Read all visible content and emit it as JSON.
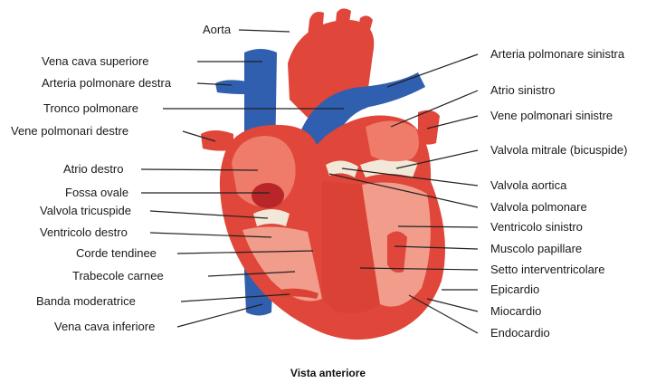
{
  "labels": {
    "aorta": "Aorta",
    "vena_cava_superiore": "Vena cava superiore",
    "arteria_polmonare_destra": "Arteria polmonare destra",
    "tronco_polmonare": "Tronco polmonare",
    "vene_polmonari_destre": "Vene polmonari destre",
    "atrio_destro": "Atrio destro",
    "fossa_ovale": "Fossa ovale",
    "valvola_tricuspide": "Valvola tricuspide",
    "ventricolo_destro": "Ventricolo destro",
    "corde_tendinee": "Corde tendinee",
    "trabecole_carnee": "Trabecole carnee",
    "banda_moderatrice": "Banda moderatrice",
    "vena_cava_inferiore": "Vena cava inferiore",
    "arteria_polmonare_sinistra": "Arteria polmonare sinistra",
    "atrio_sinistro": "Atrio sinistro",
    "vene_polmonari_sinistre": "Vene polmonari sinistre",
    "valvola_mitrale": "Valvola mitrale (bicuspide)",
    "valvola_aortica": "Valvola aortica",
    "valvola_polmonare": "Valvola polmonare",
    "ventricolo_sinistro": "Ventricolo sinistro",
    "muscolo_papillare": "Muscolo papillare",
    "setto_interventricolare": "Setto interventricolare",
    "epicardio": "Epicardio",
    "miocardio": "Miocardio",
    "endocardio": "Endocardio"
  },
  "caption": "Vista anteriore",
  "colors": {
    "heart_red": "#e0463a",
    "heart_light": "#ef7b6b",
    "chamber": "#f29c8c",
    "vein_blue": "#2f5fae",
    "vein_light": "#4a78c4",
    "valve": "#f2e8d8",
    "line": "#222222"
  }
}
